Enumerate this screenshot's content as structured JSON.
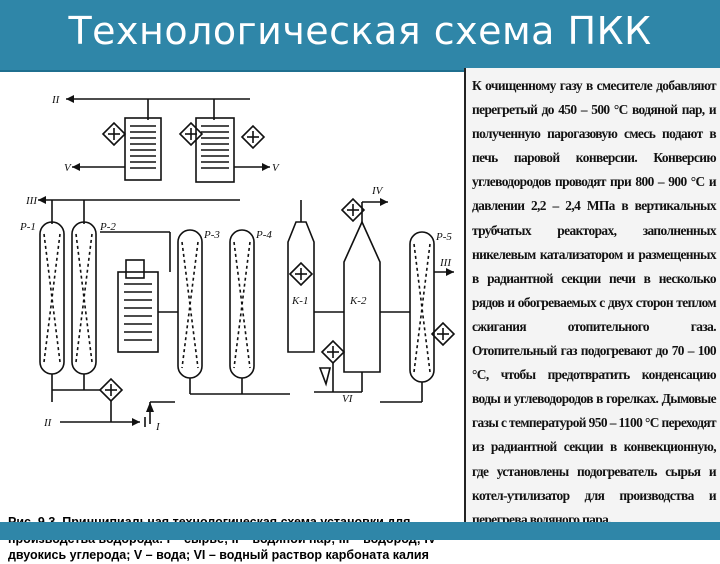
{
  "slide": {
    "title": "Технологическая схема ПКК"
  },
  "figure": {
    "stream_labels": {
      "II": "II",
      "V": "V",
      "III": "III",
      "IV": "IV",
      "VI": "VI",
      "I": "I"
    },
    "equipment_labels": {
      "r1": "Р-1",
      "r2": "Р-2",
      "r3": "Р-3",
      "r4": "Р-4",
      "r5": "Р-5",
      "k1": "К-1",
      "k2": "К-2"
    },
    "caption": {
      "prefix": "Рис. 9.3.",
      "text": "Принципиальная технологическая схема установки для производства водорода: I – сырье; II – водяной пар; III – водород; IV – двуокись углерода; V – вода; VI – водный раствор карбоната калия"
    }
  },
  "body_text": {
    "paragraph": "К очищенному газу в смесителе добавляют перегретый до 450 – 500 °С водяной пар, и полученную парогазовую смесь подают в печь паровой конверсии. Конверсию углеводородов проводят при 800 – 900 °С и давлении 2,2 – 2,4 МПа в вертикальных трубчатых реакторах, заполненных никелевым катализатором и размещенных в радиантной секции печи в несколько рядов и обогреваемых с двух сторон теплом сжигания отопительного газа. Отопительный газ подогревают до 70 – 100 °С, чтобы предотвратить конденсацию воды и углеводородов в горелках. Дымовые газы с температурой 950 – 1100 °С переходят из радиантной секции в конвекционную, где установлены подогреватель сырья и котел-утилизатор для производства и перегрева водяного пара."
  }
}
